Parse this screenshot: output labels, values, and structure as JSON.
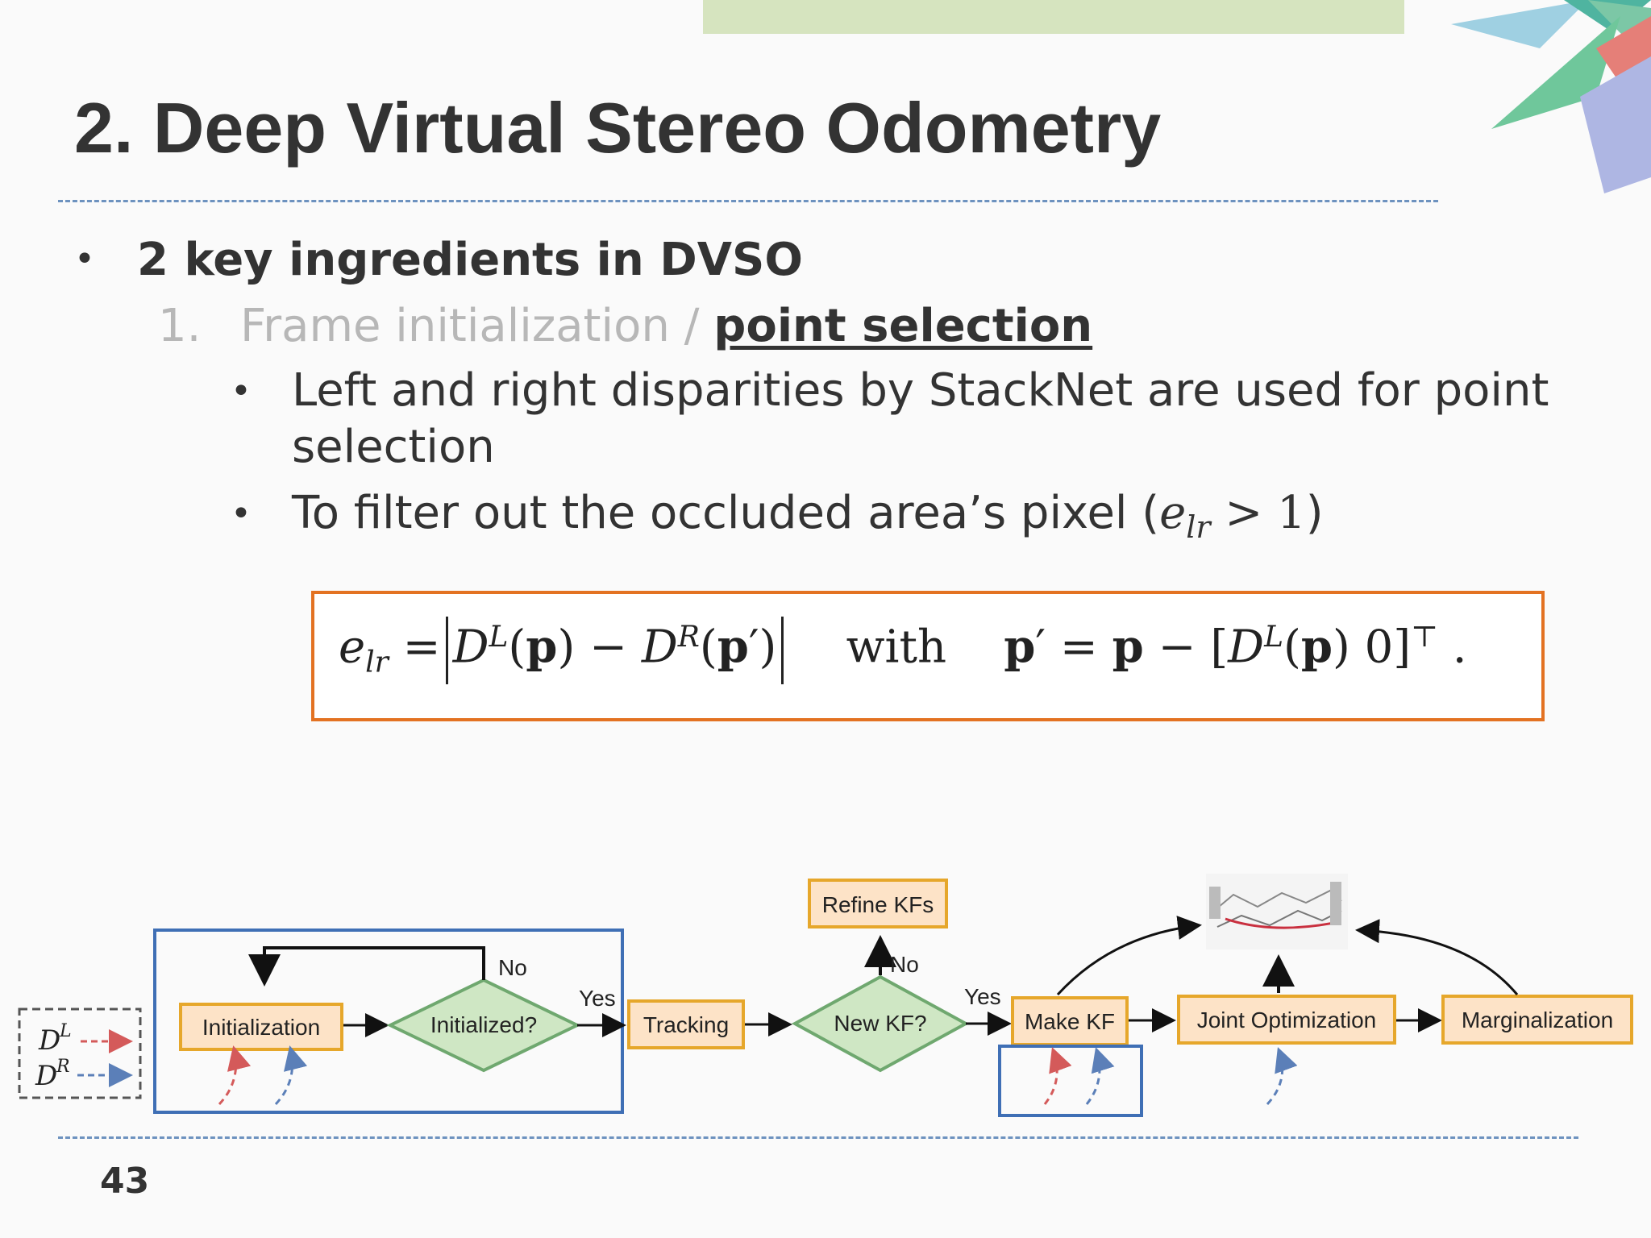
{
  "slide": {
    "title": "2. Deep Virtual Stereo Odometry",
    "page_number": "43"
  },
  "content": {
    "bullet1": "2 key ingredients in DVSO",
    "item1_number": "1.",
    "item1_text_a": "Frame initialization / ",
    "item1_text_b": "point selection",
    "sub_bullet1": "Left and right disparities by StackNet are used for point",
    "sub_bullet1_cont": "selection",
    "sub_bullet2": "To filter out the occluded area’s pixel ("
  },
  "diagram": {
    "inputs": [
      "D",
      "D"
    ],
    "input_superscripts": [
      "L",
      "R"
    ],
    "nodes": {
      "initialization": "Initialization",
      "initialized": "Initialized?",
      "tracking": "Tracking",
      "new_kf": "New KF?",
      "refine_kfs": "Refine KFs",
      "make_kf": "Make KF",
      "joint_opt": "Joint Optimization",
      "marginalization": "Marginalization"
    },
    "edge_labels": {
      "no1": "No",
      "yes1": "Yes",
      "no2": "No",
      "yes2": "Yes"
    },
    "colors": {
      "process_fill": "#fde3c7",
      "process_border": "#e6a72b",
      "decision_fill": "#cfe7c4",
      "decision_border": "#6fa86f",
      "highlight": "#3f6fb5",
      "left_arrow": "#d45a5a",
      "right_arrow": "#5b7fb8"
    }
  }
}
